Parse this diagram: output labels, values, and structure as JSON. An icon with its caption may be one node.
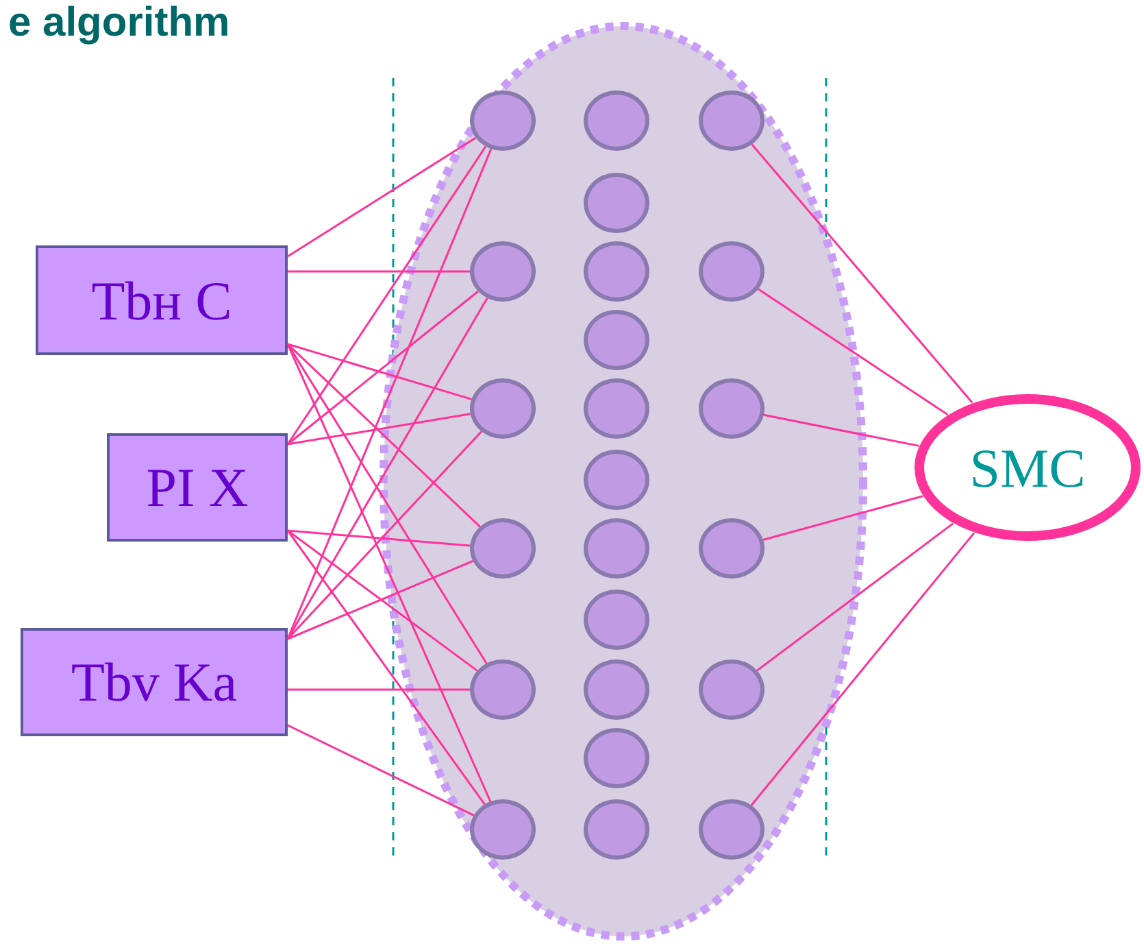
{
  "diagram": {
    "title": "e algorithm",
    "nodes": [
      {
        "text": [
          "Tbн C"
        ]
      },
      {
        "text": [
          "PI X"
        ]
      },
      {
        "text": [
          "Tbv Ka"
        ]
      },
      {
        "text": [],
        "shape": "ellipse"
      },
      {
        "text": [],
        "shape": "circle",
        "in": 3
      },
      {
        "text": [],
        "shape": "circle",
        "in": 3
      },
      {
        "text": [],
        "shape": "circle",
        "in": 3
      },
      {
        "text": [],
        "shape": "circle",
        "in": 3
      },
      {
        "text": [],
        "shape": "circle",
        "in": 3
      },
      {
        "text": [],
        "shape": "circle",
        "in": 3
      },
      {
        "text": [],
        "shape": "circle",
        "in": 3
      },
      {
        "text": [],
        "shape": "circle",
        "in": 3
      },
      {
        "text": [],
        "shape": "circle",
        "in": 3
      },
      {
        "text": [],
        "shape": "circle",
        "in": 3
      },
      {
        "text": [],
        "shape": "circle",
        "in": 3
      },
      {
        "text": [],
        "shape": "circle",
        "in": 3
      },
      {
        "text": [],
        "shape": "circle",
        "in": 3
      },
      {
        "text": [],
        "shape": "circle",
        "in": 3
      },
      {
        "text": [],
        "shape": "circle",
        "in": 3
      },
      {
        "text": [],
        "shape": "circle",
        "in": 3
      },
      {
        "text": [],
        "shape": "circle",
        "in": 3
      },
      {
        "text": [],
        "shape": "circle",
        "in": 3
      },
      {
        "text": [],
        "shape": "circle",
        "in": 3
      },
      {
        "text": [],
        "shape": "circle",
        "in": 3
      },
      {
        "text": [],
        "shape": "circle",
        "in": 3
      },
      {
        "text": [],
        "shape": "circle",
        "in": 3
      },
      {
        "text": [],
        "shape": "circle",
        "in": 3
      },
      {
        "text": [
          "SMC"
        ]
      }
    ],
    "edges": [
      {
        "from": 0,
        "to": 4,
        "arrow": "none"
      },
      {
        "from": 0,
        "to": 5,
        "arrow": "none"
      },
      {
        "from": 0,
        "to": 6,
        "arrow": "none"
      },
      {
        "from": 0,
        "to": 7,
        "arrow": "none"
      },
      {
        "from": 0,
        "to": 8,
        "arrow": "none"
      },
      {
        "from": 0,
        "to": 9,
        "arrow": "none"
      },
      {
        "from": 1,
        "to": 4,
        "arrow": "none"
      },
      {
        "from": 1,
        "to": 5,
        "arrow": "none"
      },
      {
        "from": 1,
        "to": 6,
        "arrow": "none"
      },
      {
        "from": 1,
        "to": 7,
        "arrow": "none"
      },
      {
        "from": 1,
        "to": 8,
        "arrow": "none"
      },
      {
        "from": 1,
        "to": 9,
        "arrow": "none"
      },
      {
        "from": 2,
        "to": 4,
        "arrow": "none"
      },
      {
        "from": 2,
        "to": 5,
        "arrow": "none"
      },
      {
        "from": 2,
        "to": 6,
        "arrow": "none"
      },
      {
        "from": 2,
        "to": 7,
        "arrow": "none"
      },
      {
        "from": 2,
        "to": 8,
        "arrow": "none"
      },
      {
        "from": 2,
        "to": 9,
        "arrow": "none"
      },
      {
        "from": 21,
        "to": 27,
        "arrow": "none"
      },
      {
        "from": 22,
        "to": 27,
        "arrow": "none"
      },
      {
        "from": 23,
        "to": 27,
        "arrow": "none"
      },
      {
        "from": 24,
        "to": 27,
        "arrow": "none"
      },
      {
        "from": 25,
        "to": 27,
        "arrow": "none"
      },
      {
        "from": 26,
        "to": 27,
        "arrow": "none"
      }
    ]
  }
}
